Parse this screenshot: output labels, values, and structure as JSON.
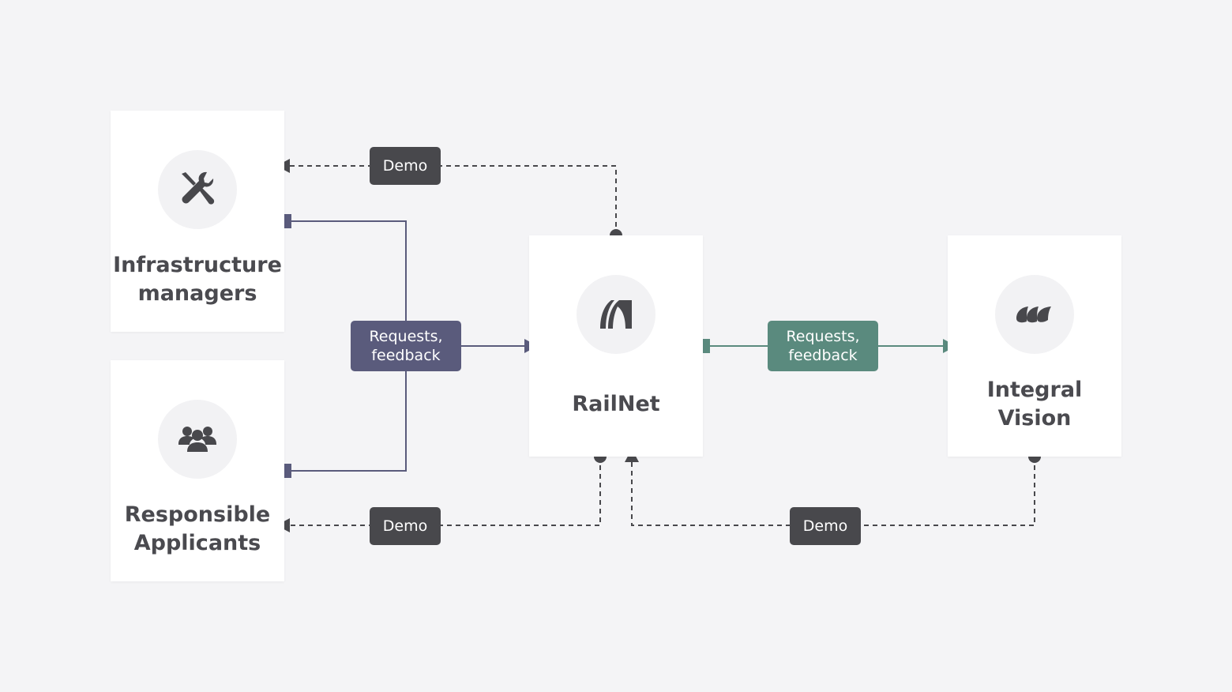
{
  "nodes": {
    "infrastructure": {
      "title_line1": "Infrastructure",
      "title_line2": "managers",
      "icon": "tools-icon"
    },
    "applicants": {
      "title_line1": "Responsible",
      "title_line2": "Applicants",
      "icon": "people-group-icon"
    },
    "railnet": {
      "title": "RailNet",
      "icon": "railnet-logo-icon"
    },
    "integral": {
      "title_line1": "Integral",
      "title_line2": "Vision",
      "icon": "integral-vision-logo-icon"
    }
  },
  "labels": {
    "demo_top": "Demo",
    "demo_bottom_left": "Demo",
    "demo_bottom_right": "Demo",
    "requests_left_line1": "Requests,",
    "requests_left_line2": "feedback",
    "requests_right_line1": "Requests,",
    "requests_right_line2": "feedback"
  },
  "colors": {
    "background": "#f4f4f6",
    "dark": "#48484c",
    "purple": "#5a5b7c",
    "green": "#5a8a7e"
  }
}
